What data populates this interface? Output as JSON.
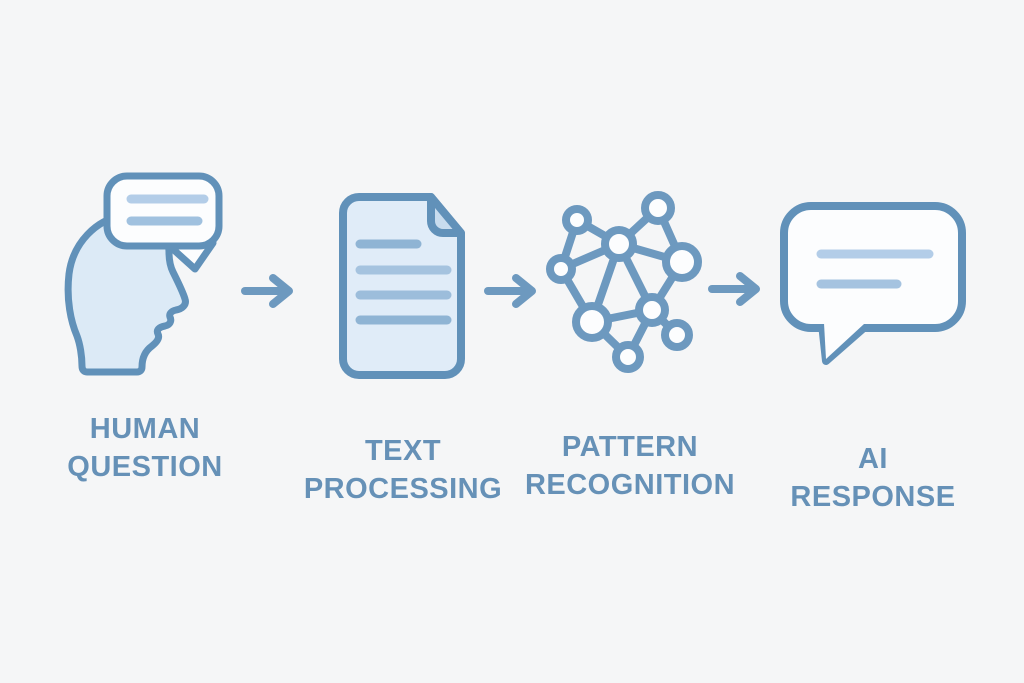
{
  "diagram": {
    "type": "flow",
    "steps": [
      {
        "id": "human-question",
        "icon": "head-speech-bubble-icon",
        "label_line1": "HUMAN",
        "label_line2": "QUESTION"
      },
      {
        "id": "text-processing",
        "icon": "document-icon",
        "label_line1": "TEXT",
        "label_line2": "PROCESSING"
      },
      {
        "id": "pattern-recognition",
        "icon": "network-graph-icon",
        "label_line1": "PATTERN",
        "label_line2": "RECOGNITION"
      },
      {
        "id": "ai-response",
        "icon": "speech-bubble-icon",
        "label_line1": "AI",
        "label_line2": "RESPONSE"
      }
    ],
    "arrows": {
      "count": 3,
      "direction": "right",
      "icon": "right-arrow-icon"
    },
    "colors": {
      "background": "#f5f6f7",
      "outline": "#6191b9",
      "icon_fill": "#dceaf6",
      "bubble_fill": "#fcfdfe",
      "fold_fill": "#c8dcee",
      "line_dark": "#8fb4d4",
      "line_light": "#aecae6",
      "text": "#6691b7"
    }
  }
}
